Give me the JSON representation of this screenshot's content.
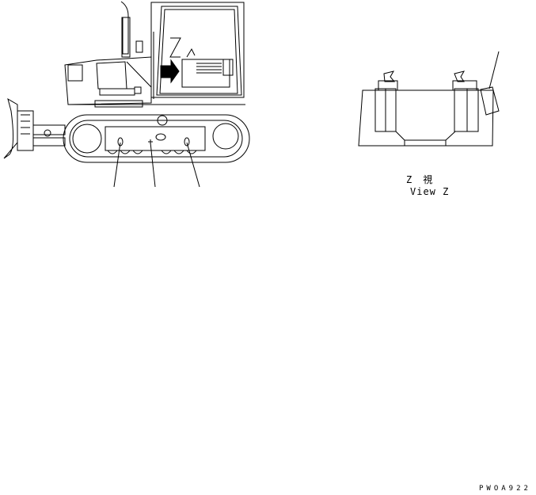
{
  "diagram": {
    "type": "parts-illustration",
    "main_view": {
      "subject": "crawler dozer side view",
      "view_marker": "Z",
      "callout_lines": 3
    },
    "detail_view": {
      "title_jp": "Z　視",
      "title_en": "View Z",
      "subject": "two bottles/containers on base with tag label",
      "callout_lines": 1
    },
    "drawing_code": "PWOA922",
    "colors": {
      "line": "#000000",
      "background": "#ffffff"
    }
  }
}
